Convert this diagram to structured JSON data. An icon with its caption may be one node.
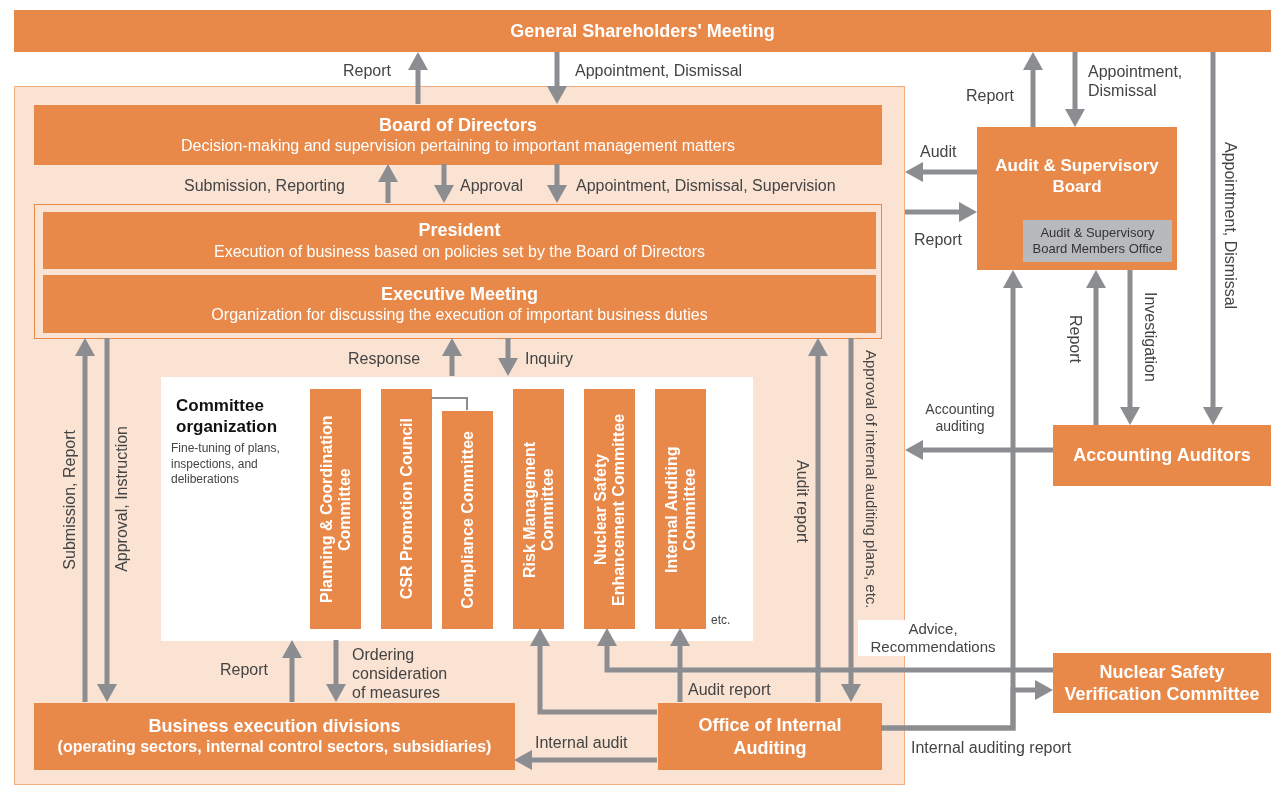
{
  "diagram": {
    "nodes": [
      {
        "text": [
          "General Shareholders' Meeting"
        ]
      },
      {
        "text": [],
        "shape": "box"
      },
      {
        "text": [
          "Board of Directors",
          "Decision-making and supervision pertaining to important management matters"
        ],
        "in": 1
      },
      {
        "text": [],
        "shape": "box",
        "in": 1
      },
      {
        "text": [
          "President",
          "Execution of business based on policies set by the Board of Directors"
        ],
        "in": 3
      },
      {
        "text": [
          "Executive Meeting",
          "Organization for discussing the execution of important business duties"
        ],
        "in": 3
      },
      {
        "text": [
          "Committee organization",
          "Fine-tuning of plans, inspections, and deliberations",
          "etc."
        ],
        "in": 1
      },
      {
        "text": [
          "Planning & Coordination Committee"
        ],
        "in": 6
      },
      {
        "text": [
          "CSR Promotion Council"
        ],
        "in": 6
      },
      {
        "text": [
          "Compliance Committee"
        ],
        "in": 6
      },
      {
        "text": [
          "Risk Management Committee"
        ],
        "in": 6
      },
      {
        "text": [
          "Nuclear Safety Enhancement Committee"
        ],
        "in": 6
      },
      {
        "text": [
          "Internal Auditing Committee"
        ],
        "in": 6
      },
      {
        "text": [
          "Business execution divisions",
          "(operating sectors, internal control sectors, subsidiaries)"
        ],
        "in": 1
      },
      {
        "text": [
          "Office of Internal Auditing"
        ],
        "in": 1
      },
      {
        "text": [
          "Audit & Supervisory Board"
        ]
      },
      {
        "text": [
          "Audit & Supervisory Board Members Office"
        ],
        "in": 15
      },
      {
        "text": [
          "Accounting Auditors"
        ]
      },
      {
        "text": [
          "Nuclear Safety Verification Committee"
        ]
      }
    ],
    "edges": [
      {
        "from": 2,
        "to": 0,
        "arrow": "to",
        "label": "Report"
      },
      {
        "from": 0,
        "to": 2,
        "arrow": "to",
        "label": "Appointment, Dismissal"
      },
      {
        "from": 15,
        "to": 0,
        "arrow": "to",
        "label": "Report"
      },
      {
        "from": 0,
        "to": 15,
        "arrow": "to",
        "label": "Appointment, Dismissal"
      },
      {
        "from": 0,
        "to": 17,
        "arrow": "to",
        "label": "Appointment, Dismissal"
      },
      {
        "from": 15,
        "to": 1,
        "arrow": "to",
        "label": "Audit"
      },
      {
        "from": 1,
        "to": 15,
        "arrow": "to",
        "label": "Report"
      },
      {
        "from": 3,
        "to": 2,
        "arrow": "to",
        "label": "Submission, Reporting"
      },
      {
        "from": 2,
        "to": 3,
        "arrow": "to",
        "label": "Approval"
      },
      {
        "from": 2,
        "to": 3,
        "arrow": "to",
        "label": "Appointment, Dismissal, Supervision"
      },
      {
        "from": 6,
        "to": 3,
        "arrow": "to",
        "label": "Response"
      },
      {
        "from": 3,
        "to": 6,
        "arrow": "to",
        "label": "Inquiry"
      },
      {
        "from": 13,
        "to": 3,
        "arrow": "to",
        "label": "Submission, Report"
      },
      {
        "from": 3,
        "to": 13,
        "arrow": "to",
        "label": "Approval, Instruction"
      },
      {
        "from": 13,
        "to": 6,
        "arrow": "to",
        "label": "Report"
      },
      {
        "from": 6,
        "to": 13,
        "arrow": "to",
        "label": "Ordering consideration of measures"
      },
      {
        "from": 14,
        "to": 10,
        "arrow": "to"
      },
      {
        "from": 14,
        "to": 12,
        "arrow": "to",
        "label": "Audit report"
      },
      {
        "from": 18,
        "to": 11,
        "arrow": "to",
        "label": "Advice, Recommendations"
      },
      {
        "from": 14,
        "to": 3,
        "arrow": "to",
        "label": "Audit report"
      },
      {
        "from": 3,
        "to": 14,
        "arrow": "to",
        "label": "Approval of internal auditing plans, etc."
      },
      {
        "from": 14,
        "to": 15,
        "arrow": "to",
        "label": "Internal auditing report"
      },
      {
        "from": 14,
        "to": 18,
        "arrow": "to"
      },
      {
        "from": 17,
        "to": 15,
        "arrow": "to",
        "label": "Report"
      },
      {
        "from": 15,
        "to": 17,
        "arrow": "to",
        "label": "Investigation"
      },
      {
        "from": 17,
        "to": 1,
        "arrow": "to",
        "label": "Accounting auditing"
      },
      {
        "from": 14,
        "to": 13,
        "arrow": "to",
        "label": "Internal audit"
      },
      {
        "from": 8,
        "to": 9,
        "arrow": "none"
      }
    ]
  }
}
